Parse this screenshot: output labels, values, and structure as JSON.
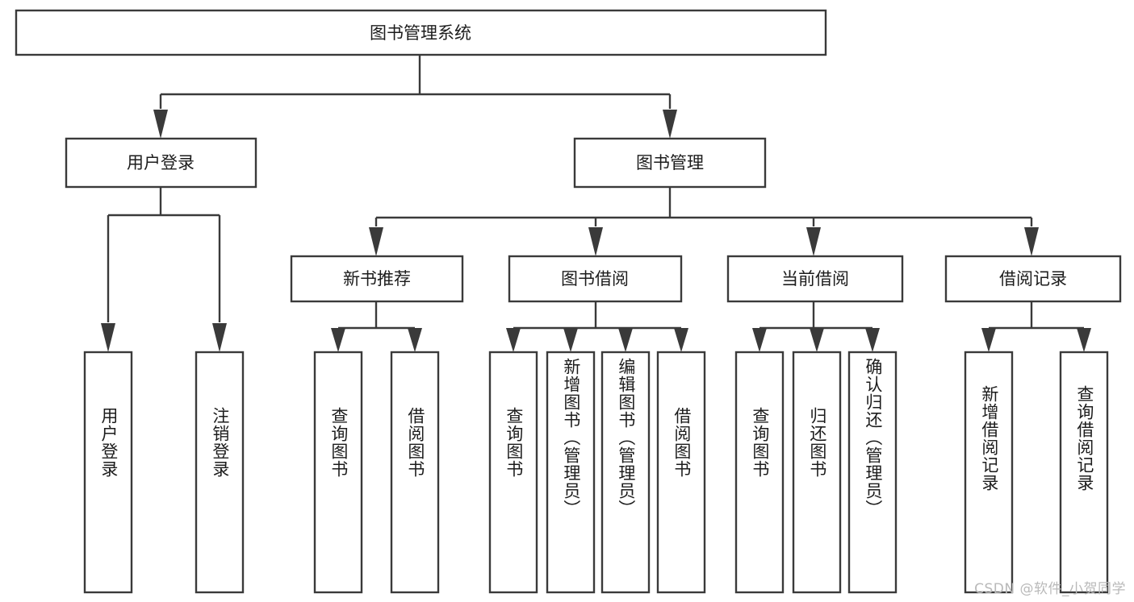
{
  "diagram": {
    "type": "tree-hierarchy-flowchart",
    "title": "图书管理系统",
    "watermark": "CSDN @软件_小贺同学",
    "colors": {
      "stroke": "#3a3a3a",
      "fill": "#ffffff",
      "text": "#1c1c1c",
      "watermark": "#b9b9b9"
    },
    "root": {
      "label": "图书管理系统"
    },
    "level2": [
      {
        "label": "用户登录"
      },
      {
        "label": "图书管理"
      }
    ],
    "level3": [
      {
        "label": "新书推荐"
      },
      {
        "label": "图书借阅"
      },
      {
        "label": "当前借阅"
      },
      {
        "label": "借阅记录"
      }
    ],
    "leaves": {
      "user_login": [
        {
          "label": "用户登录"
        },
        {
          "label": "注销登录"
        }
      ],
      "new_book_recommend": [
        {
          "label": "查询图书"
        },
        {
          "label": "借阅图书"
        }
      ],
      "book_borrow": [
        {
          "label": "查询图书"
        },
        {
          "label": "新增图书（管理员）"
        },
        {
          "label": "编辑图书（管理员）"
        },
        {
          "label": "借阅图书"
        }
      ],
      "current_borrow": [
        {
          "label": "查询图书"
        },
        {
          "label": "归还图书"
        },
        {
          "label": "确认归还（管理员）"
        }
      ],
      "borrow_record": [
        {
          "label": "新增借阅记录"
        },
        {
          "label": "查询借阅记录"
        }
      ]
    }
  }
}
